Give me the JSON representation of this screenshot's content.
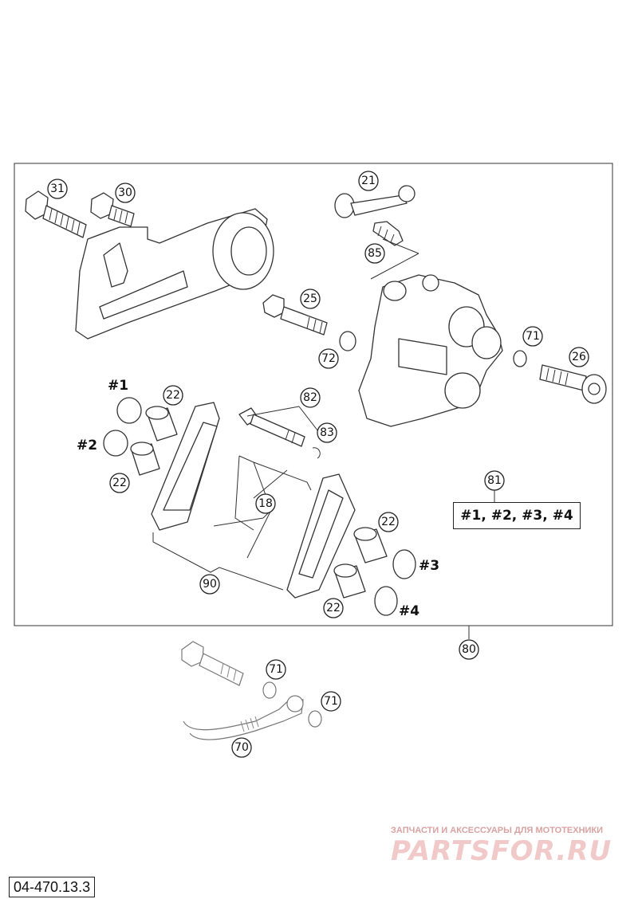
{
  "callouts": {
    "c31": "31",
    "c30": "30",
    "c21": "21",
    "c85": "85",
    "c25": "25",
    "c72": "72",
    "c71a": "71",
    "c26": "26",
    "c22a": "22",
    "c22b": "22",
    "c82": "82",
    "c83": "83",
    "c18": "18",
    "c81": "81",
    "c22c": "22",
    "c22d": "22",
    "c90": "90",
    "c80": "80",
    "c71b": "71",
    "c71c": "71",
    "c70": "70"
  },
  "positions": {
    "p1": "#1",
    "p2": "#2",
    "p3": "#3",
    "p4": "#4"
  },
  "set_box": "#1, #2, #3, #4",
  "doc_code": "04-470.13.3",
  "watermark": {
    "tagline": "ЗАПЧАСТИ И АКСЕССУАРЫ ДЛЯ МОТОТЕХНИКИ",
    "logo": "PARTSFOR.RU"
  },
  "colors": {
    "watermark": "#f1c9c9",
    "lines": "#333333"
  }
}
